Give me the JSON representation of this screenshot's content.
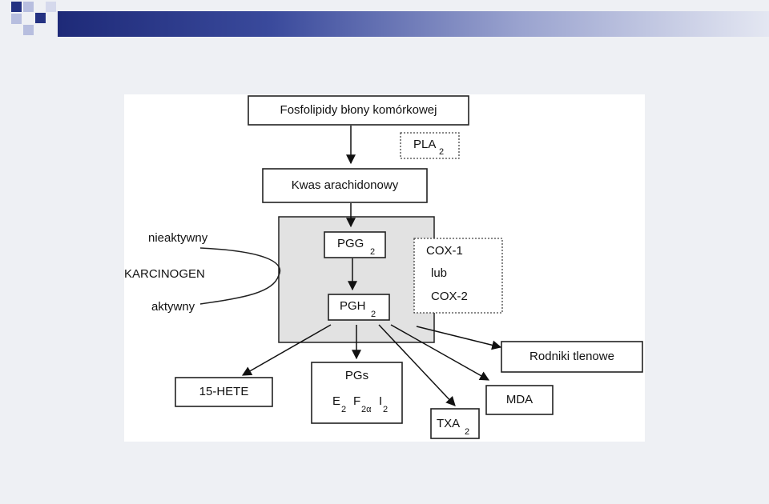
{
  "diagram": {
    "phospholipids": "Fosfolipidy błony komórkowej",
    "pla": {
      "main": "PLA",
      "sub": "2"
    },
    "arachidonic": "Kwas arachidonowy",
    "pgg": {
      "main": "PGG",
      "sub": "2"
    },
    "pgh": {
      "main": "PGH",
      "sub": "2"
    },
    "cox": {
      "line1": "COX-1",
      "line2": "lub",
      "line3": "COX-2"
    },
    "carcinogen": "KARCINOGEN",
    "inactive": "nieaktywny",
    "active": "aktywny",
    "radicals": "Rodniki tlenowe",
    "hete": "15-HETE",
    "pgs": {
      "title": "PGs",
      "e": "E",
      "e_sub": "2",
      "f": "F",
      "f_sub": "2α",
      "i": "I",
      "i_sub": "2"
    },
    "mda": "MDA",
    "txa": {
      "main": "TXA",
      "sub": "2"
    }
  },
  "colors": {
    "band_dark": "#1e2a78",
    "band_light": "#e4e7f2",
    "square_blue": "#243282",
    "square_light": "#b7bedf",
    "cox_region": "#e2e2e2"
  }
}
